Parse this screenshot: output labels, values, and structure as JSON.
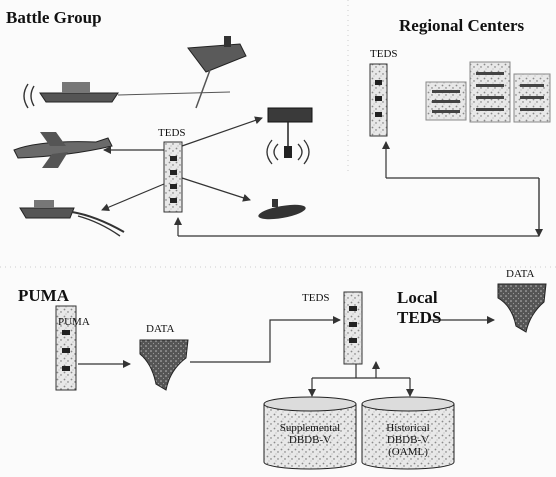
{
  "sections": {
    "battle_group": "Battle Group",
    "regional_centers": "Regional Centers",
    "puma": "PUMA",
    "local_teds": [
      "Local",
      "TEDS"
    ]
  },
  "labels": {
    "teds_battle": "TEDS",
    "teds_regional": "TEDS",
    "teds_local": "TEDS",
    "puma_box": "PUMA",
    "data_puma": "DATA",
    "data_right": "DATA"
  },
  "databases": {
    "supplemental": [
      "Supplemental",
      "DBDB-V"
    ],
    "historical": [
      "Historical",
      "DBDB-V",
      "(OAML)"
    ]
  },
  "colors": {
    "ink": "#111111",
    "line": "#444444",
    "texture": "#9a9a9a"
  }
}
